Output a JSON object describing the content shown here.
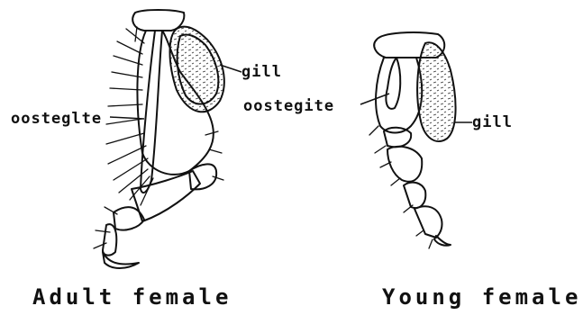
{
  "adult": {
    "gill_label": "gill",
    "oostegite_label": "oosteglte",
    "caption": "Adult female"
  },
  "young": {
    "gill_label": "gill",
    "oostegite_label": "oostegite",
    "caption": "Young female"
  }
}
